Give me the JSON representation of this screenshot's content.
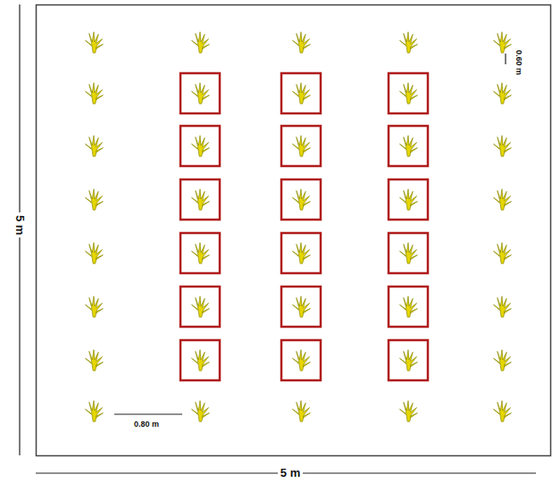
{
  "diagram": {
    "labels": [
      "5 m",
      "5 m",
      "0.60 m",
      "0.80 m"
    ]
  }
}
